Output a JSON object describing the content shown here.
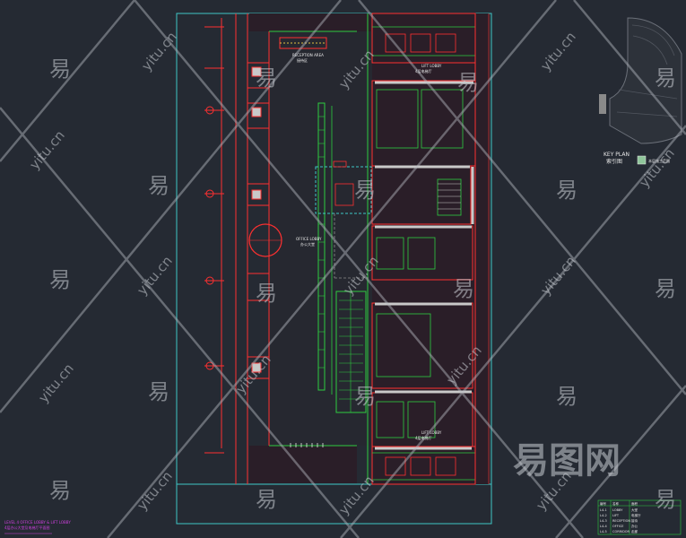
{
  "labels": {
    "reception_area": "RECEPTION AREA",
    "reception_area_cn": "接待区",
    "lift_lobby_top": "LIFT LOBBY",
    "lift_lobby_top_cn": "4层电梯厅",
    "office_lobby": "OFFICE LOBBY",
    "office_lobby_cn": "办公大堂",
    "lift_lobby_bottom": "LIFT LOBBY",
    "lift_lobby_bottom_cn": "4层电梯厅",
    "key_plan": "KEY PLAN",
    "key_plan_cn": "索引图",
    "key_plan_note": "本层施工范围",
    "footer_note_1": "LEVEL 4 OFFICE LOBBY & LIFT LOBBY",
    "footer_note_2": "4层办公大堂及电梯厅平面图"
  },
  "watermarks": {
    "latin": "yitu.cn",
    "glyph": "易",
    "brand": "易图网"
  },
  "legend_table": {
    "header": [
      "编号",
      "名称",
      "面积"
    ],
    "rows": [
      [
        "L4-1",
        "LOBBY",
        "大堂"
      ],
      [
        "L4-2",
        "LIFT",
        "电梯厅"
      ],
      [
        "L4-3",
        "RECEPTION",
        "接待"
      ],
      [
        "L4-4",
        "OFFICE",
        "办公"
      ],
      [
        "L4-5",
        "CORRIDOR",
        "走廊"
      ]
    ]
  },
  "colors": {
    "background": "#252a33",
    "frame": "#3fc6c6",
    "wall": "#ff3030",
    "green": "#2ecc40",
    "dark_fill": "#2a1e28",
    "label": "#e8e8e8",
    "magenta": "#d040e0"
  }
}
